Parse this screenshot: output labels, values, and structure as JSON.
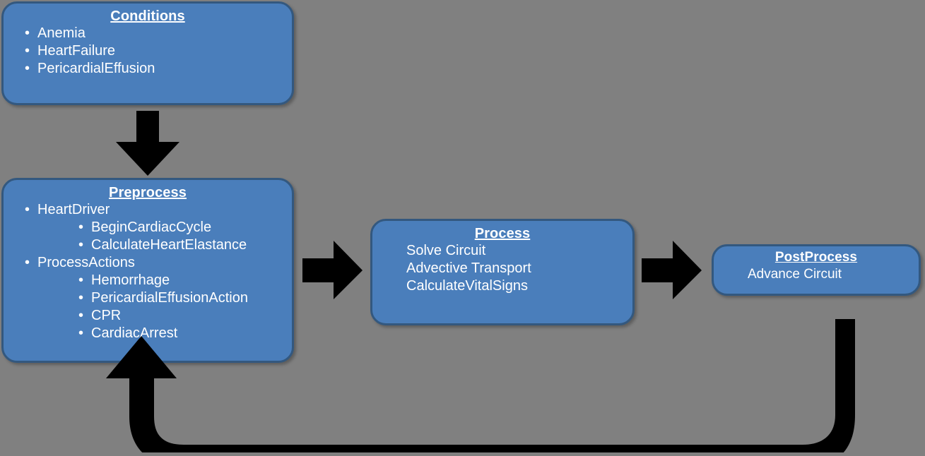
{
  "diagram": {
    "title": "Cardiovascular system engine loop",
    "background_color": "#808080",
    "box_fill_color": "#4a7ebb",
    "box_border_color": "#33587f",
    "arrow_color": "#000000",
    "text_color": "#ffffff"
  },
  "boxes": {
    "conditions": {
      "title": "Conditions",
      "items": [
        {
          "text": "Anemia",
          "level": 1
        },
        {
          "text": "HeartFailure",
          "level": 1
        },
        {
          "text": "PericardialEffusion",
          "level": 1
        }
      ]
    },
    "preprocess": {
      "title": "Preprocess",
      "items": [
        {
          "text": "HeartDriver",
          "level": 1
        },
        {
          "text": "BeginCardiacCycle",
          "level": 2
        },
        {
          "text": "CalculateHeartElastance",
          "level": 2
        },
        {
          "text": "ProcessActions",
          "level": 1
        },
        {
          "text": "Hemorrhage",
          "level": 2
        },
        {
          "text": "PericardialEffusionAction",
          "level": 2
        },
        {
          "text": "CPR",
          "level": 2
        },
        {
          "text": "CardiacArrest",
          "level": 2
        }
      ]
    },
    "process": {
      "title": "Process",
      "items": [
        {
          "text": "Solve Circuit",
          "level": 1
        },
        {
          "text": "Advective Transport",
          "level": 1
        },
        {
          "text": "CalculateVitalSigns",
          "level": 1
        }
      ]
    },
    "postprocess": {
      "title": "PostProcess",
      "items": [
        {
          "text": "Advance Circuit",
          "level": 1
        }
      ]
    }
  },
  "arrows": {
    "down": {
      "name": "arrow-down-icon",
      "direction": "down",
      "from": "conditions",
      "to": "preprocess"
    },
    "right_1": {
      "name": "arrow-right-icon",
      "direction": "right",
      "from": "preprocess",
      "to": "process"
    },
    "right_2": {
      "name": "arrow-right-icon",
      "direction": "right",
      "from": "process",
      "to": "postprocess"
    },
    "loop": {
      "name": "feedback-loop-arrow-icon",
      "direction": "up-left",
      "from": "postprocess",
      "to": "preprocess"
    }
  }
}
